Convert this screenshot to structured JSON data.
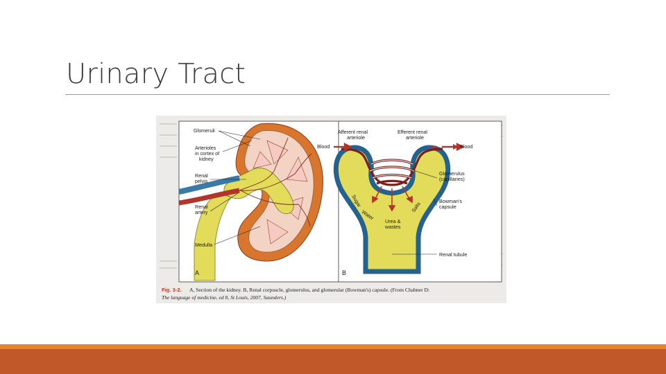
{
  "slide": {
    "title": "Urinary Tract"
  },
  "figure": {
    "panel_a": {
      "letter": "A",
      "labels": {
        "glomeruli": "Glomeruli",
        "arterioles_1": "Arterioles",
        "arterioles_2": "in cortex of",
        "arterioles_3": "kidney",
        "pelvis_1": "Renal",
        "pelvis_2": "pelvis",
        "artery_1": "Renal",
        "artery_2": "artery",
        "medulla": "Medulla"
      }
    },
    "panel_b": {
      "letter": "B",
      "labels": {
        "afferent_1": "Afferent renal",
        "afferent_2": "arteriole",
        "efferent_1": "Efferent renal",
        "efferent_2": "arteriole",
        "blood_in": "Blood",
        "blood_out": "Blood",
        "glomerulus_1": "Glomerulus",
        "glomerulus_2": "(capillaries)",
        "bowmans_1": "Bowman's",
        "bowmans_2": "capsule",
        "sugar": "Sugar",
        "water": "Water",
        "salts": "Salts",
        "urea_1": "Urea &",
        "urea_2": "wastes",
        "tubule": "Renal tubule"
      }
    },
    "caption": {
      "fig_label": "Fig. 3-2.",
      "line1": "A, Section of the kidney. B, Renal corpuscle, glomerulus, and glomerular (Bowman's) capsule. (From Chabner D:",
      "line2": "The language of medicine, ed 8, St Louis, 2007, Saunders.)"
    }
  },
  "colors": {
    "bar_light": "#e8832a",
    "bar_dark": "#c1582a",
    "kidney_outer": "#d9762e",
    "cortex": "#f3d3c3",
    "pelvis": "#e2dc5a",
    "artery": "#b2352b",
    "vein": "#3a7aa6",
    "capsule_blue": "#24628f",
    "caption_red": "#c8362a"
  }
}
